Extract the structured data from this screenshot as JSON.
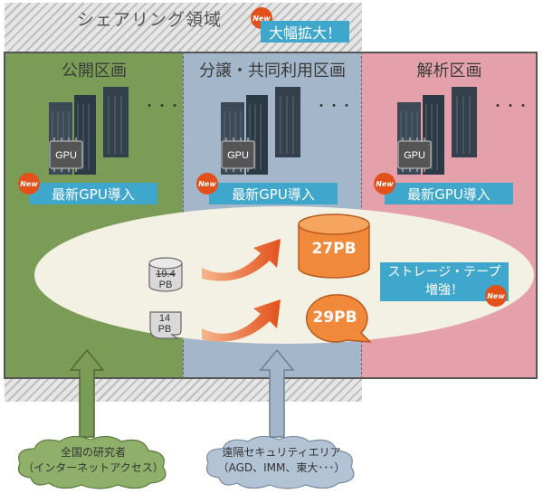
{
  "shared_area": {
    "title": "シェアリング領域",
    "badge": "New",
    "callout": "大幅拡大！"
  },
  "zones": {
    "public": {
      "title": "公開区画",
      "gpu_chip": "GPU",
      "badge": "New",
      "gpu_label": "最新GPU導入",
      "more": "・・・"
    },
    "joint": {
      "title": "分譲・共同利用区画",
      "gpu_chip": "GPU",
      "badge": "New",
      "gpu_label": "最新GPU導入",
      "more": "・・・"
    },
    "analysis": {
      "title": "解析区画",
      "gpu_chip": "GPU",
      "badge": "New",
      "gpu_label": "最新GPU導入",
      "more": "・・・"
    }
  },
  "storage": {
    "disk_old": {
      "line1": "19.4",
      "line2": "PB"
    },
    "tape_old": {
      "line1": "14",
      "line2": "PB"
    },
    "disk_new": "27PB",
    "tape_new": "29PB",
    "upgrade_label_line1": "ストレージ・テープ",
    "upgrade_label_line2": "増強！",
    "badge": "New"
  },
  "access": {
    "public": {
      "line1": "全国の研究者",
      "line2": "（インターネットアクセス）"
    },
    "remote": {
      "line1": "遠隔セキュリティエリア",
      "line2": "（AGD、IMM、東大･･･）"
    }
  },
  "colors": {
    "public_zone": "#7a9c56",
    "joint_zone": "#a4b6ca",
    "analysis_zone": "#e5a1ab",
    "accent_blue": "#3fa6cc",
    "new_badge": "#e2511b",
    "storage_orange": "#f0893a"
  }
}
